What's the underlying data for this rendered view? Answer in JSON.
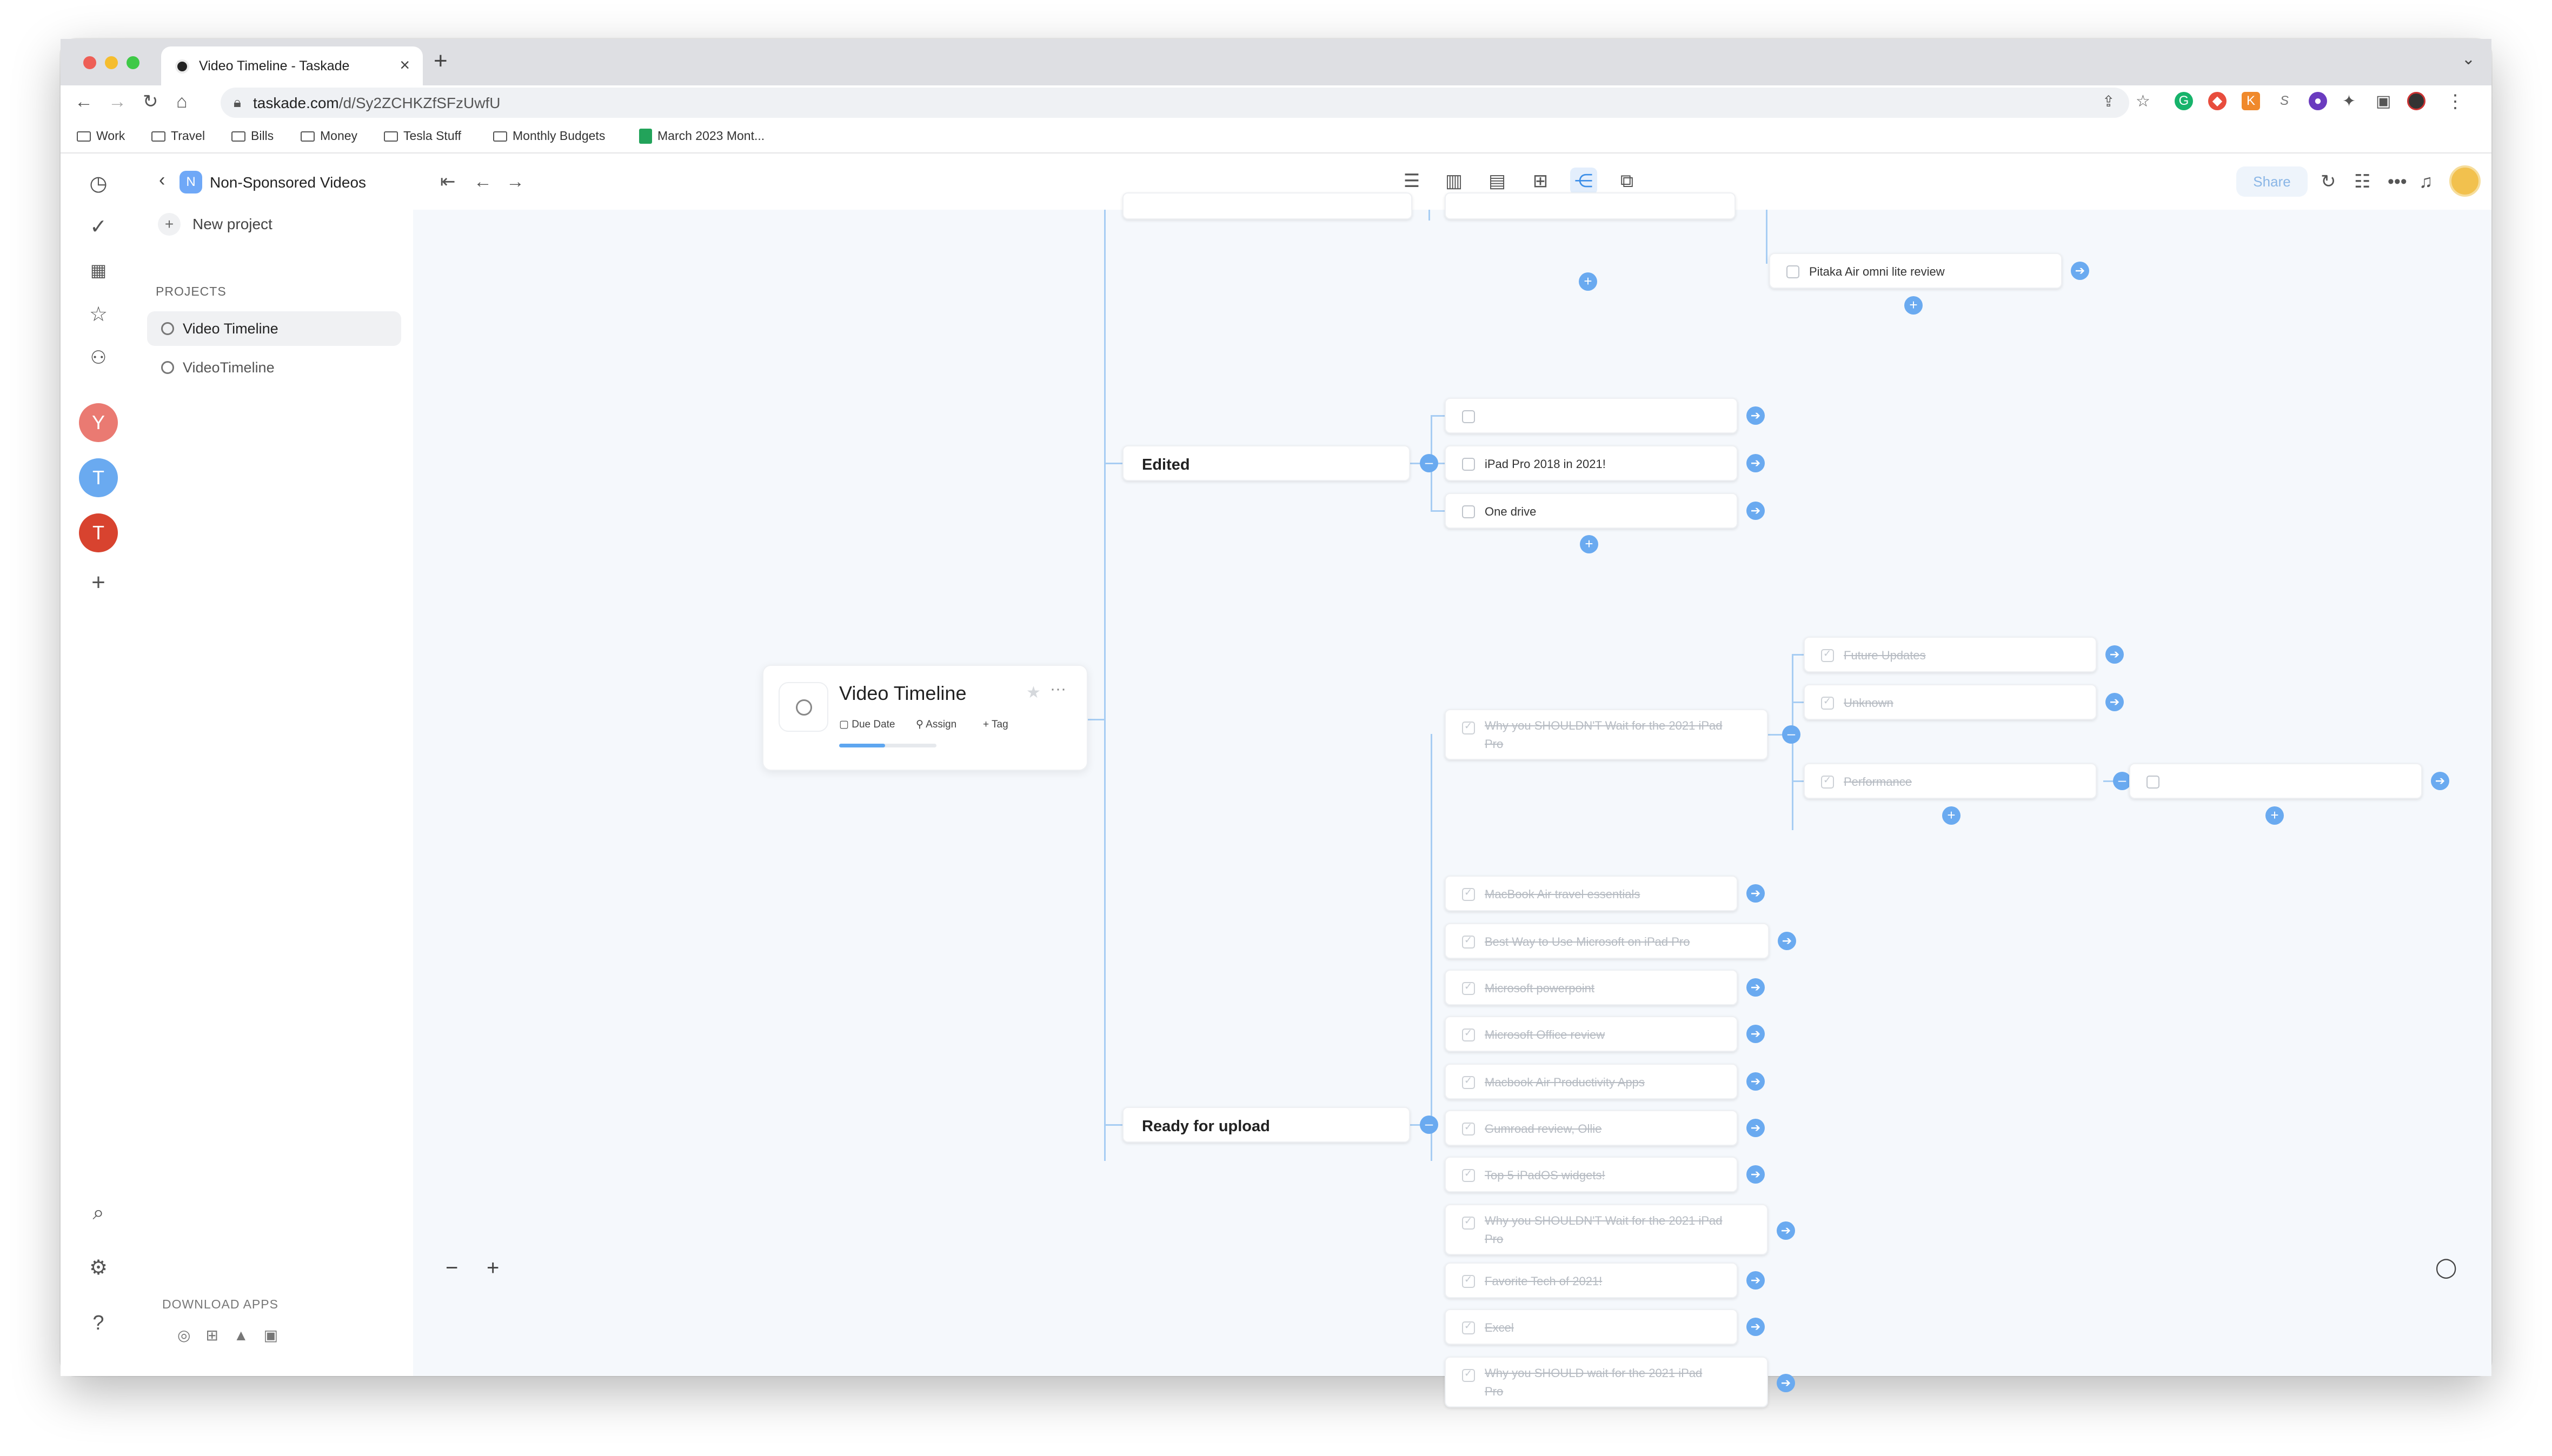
{
  "browser": {
    "tab_title": "Video Timeline - Taskade",
    "url_host": "taskade.com",
    "url_path": "/d/Sy2ZCHKZfSFzUwfU",
    "bookmarks": [
      "Work",
      "Travel",
      "Bills",
      "Money",
      "Tesla Stuff",
      "Monthly Budgets",
      "March 2023 Mont..."
    ]
  },
  "rail": {
    "avatars": [
      {
        "letter": "Y",
        "color": "#ea7a72"
      },
      {
        "letter": "T",
        "color": "#6aaaf0"
      },
      {
        "letter": "T",
        "color": "#d8432f"
      }
    ]
  },
  "sidebar": {
    "workspace_badge": "N",
    "workspace_title": "Non-Sponsored Videos",
    "new_project": "New project",
    "section_label": "PROJECTS",
    "projects": [
      "Video Timeline",
      "VideoTimeline"
    ],
    "download_label": "DOWNLOAD APPS"
  },
  "toolbar": {
    "share": "Share"
  },
  "root": {
    "title": "Video Timeline",
    "chips": [
      "Due Date",
      "Assign",
      "Tag"
    ],
    "progress": 0.47
  },
  "branches": {
    "edited": "Edited",
    "ready": "Ready for upload"
  },
  "tasks": {
    "pitaka": "Pitaka Air omni lite review",
    "blank1": "",
    "ipad2018": "iPad Pro 2018 in 2021!",
    "onedrive": "One drive",
    "why_shouldnt_1": "Why you SHOULDN'T Wait for the 2021 iPad Pro",
    "future_updates": "Future Updates",
    "unknown": "Unknown",
    "performance": "Performance",
    "blank2": "",
    "macbook_travel": "MacBook Air travel essentials",
    "best_way": "Best Way to Use Microsoft on iPad Pro",
    "ms_powerpoint": "Microsoft powerpoint",
    "ms_office": "Microsoft Office review",
    "macbook_apps": "Macbook Air Productivity Apps",
    "gumroad": "Gumroad review, Ollie",
    "top5": "Top 5 iPadOS widgets!",
    "why_shouldnt_2": "Why you SHOULDN'T Wait for the 2021 iPad Pro",
    "favorite_tech": "Favorite Tech of 2021!",
    "excel": "Excel",
    "why_should": "Why you SHOULD wait for the 2021 iPad Pro"
  }
}
